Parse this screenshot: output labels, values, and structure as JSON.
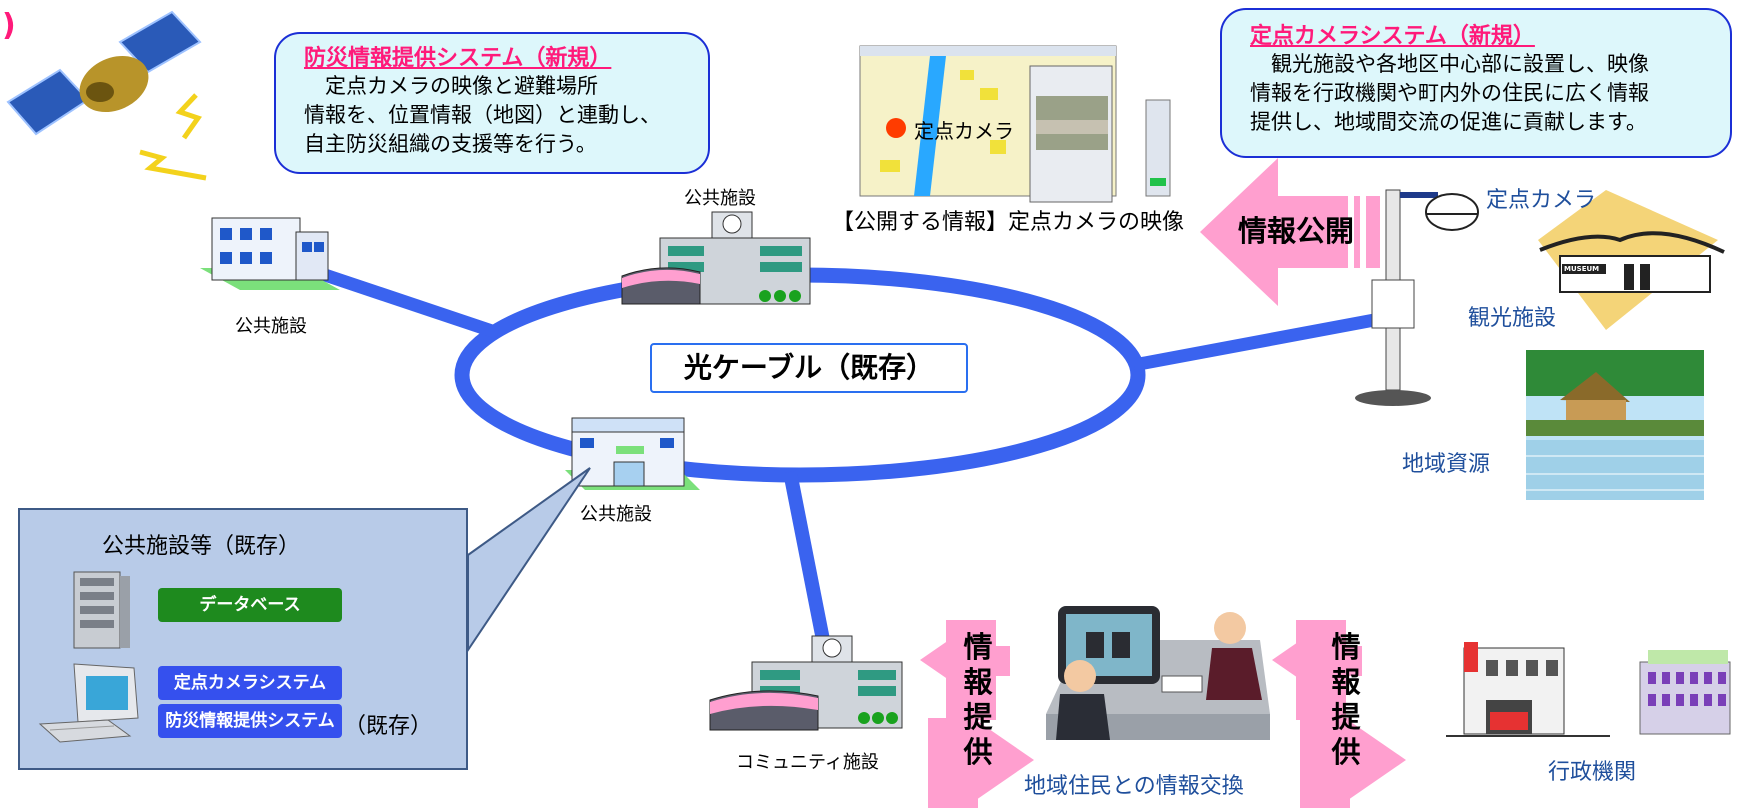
{
  "satellite_paren": ")",
  "disaster_system": {
    "title": "防災情報提供システム（新規）",
    "body": "　定点カメラの映像と避難場所\n情報を、位置情報（地図）と連動し、\n自主防災組織の支援等を行う。"
  },
  "camera_system": {
    "title": "定点カメラシステム（新規）",
    "body": "　観光施設や各地区中心部に設置し、映像\n情報を行政機関や町内外の住民に広く情報\n提供し、地域間交流の促進に貢献します。"
  },
  "map_camera_label": "定点カメラ",
  "public_info_caption": "【公開する情報】定点カメラの映像",
  "info_publish_label": "情報公開",
  "fixed_camera_label": "定点カメラ",
  "tourism_label": "観光施設",
  "museum_sign": "MUSEUM",
  "regional_resource_label": "地域資源",
  "fiber_label": "光ケーブル（既存）",
  "public_facility_labels": [
    "公共施設",
    "公共施設",
    "公共施設"
  ],
  "community_facility_label": "コミュニティ施設",
  "panel": {
    "title": "公共施設等（既存）",
    "database_btn": "データベース",
    "camera_system_btn": "定点カメラシステム",
    "disaster_system_btn": "防災情報提供システム",
    "existing_label": "（既存）"
  },
  "info_provide_left": [
    "情",
    "報",
    "提",
    "供"
  ],
  "info_provide_right": [
    "情",
    "報",
    "提",
    "供"
  ],
  "exchange_label": "地域住民との情報交換",
  "admin_label": "行政機関",
  "colors": {
    "fiber": "#3a63ef",
    "arrow_pink": "#ff9fcf",
    "callout_border": "#1b2fd6",
    "callout_fill": "#ddf7fb",
    "title_pink": "#ff1a7a",
    "db_green": "#1e8a1e",
    "sys_blue": "#3550ee"
  }
}
